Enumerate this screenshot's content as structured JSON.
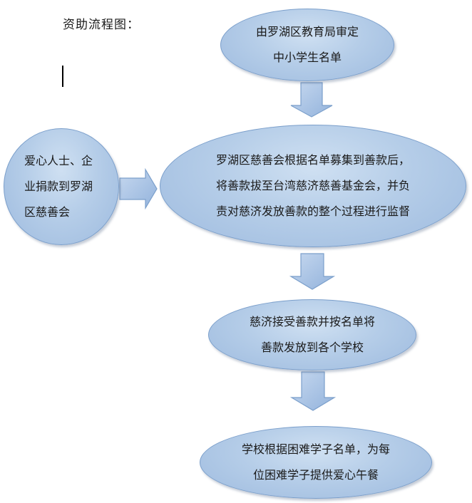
{
  "title": "资助流程图：",
  "nodes": {
    "review": {
      "lines": [
        "由罗湖区教育局审定",
        "中小学生名单"
      ]
    },
    "charity": {
      "lines": [
        "罗湖区慈善会根据名单募集到善款后，",
        "将善款拔至台湾慈济慈善基金会，并负",
        "责对慈济发放善款的整个过程进行监督"
      ]
    },
    "tzuchi": {
      "lines": [
        "慈济接受善款并按名单将",
        "善款发放到各个学校"
      ]
    },
    "school": {
      "lines": [
        "学校根据困难学子名单，为每",
        "位困难学子提供爱心午餐"
      ]
    },
    "donors": {
      "lines": [
        "爱心人士、企",
        "业捐款到罗湖",
        "区慈善会"
      ]
    }
  },
  "colors": {
    "node_fill": "#b5cde8",
    "node_border": "#7b9fcb",
    "arrow_fill": "#a8c3e5",
    "arrow_border": "#7b9fcb"
  }
}
